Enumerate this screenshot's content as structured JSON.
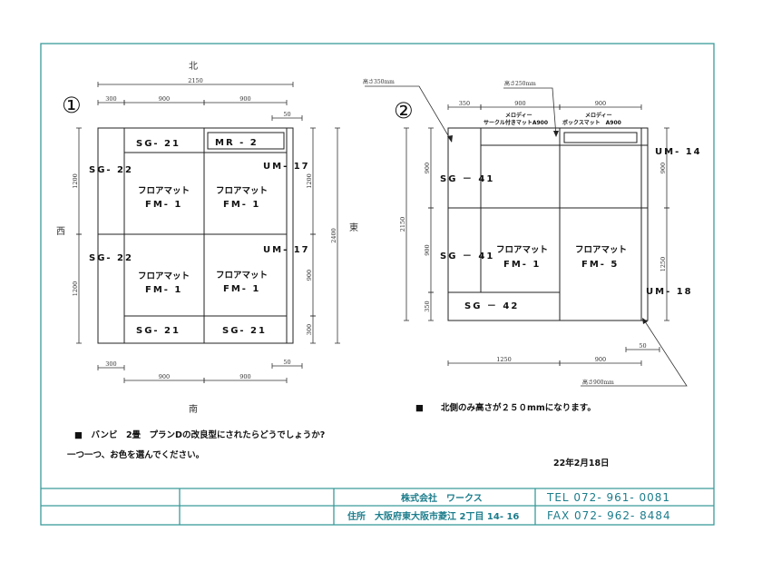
{
  "colors": {
    "frame": "#3a9a9a",
    "title_text": "#1c7d8c",
    "ink": "#222222"
  },
  "plan1": {
    "number": "①",
    "north": "北",
    "south": "南",
    "west": "西",
    "east": "東",
    "dims": {
      "total_width": "2150",
      "w300": "300",
      "w900a": "900",
      "w900b": "900",
      "w50": "50",
      "left_1200a": "1200",
      "left_1200b": "1200",
      "right_1200": "1200",
      "right_900": "900",
      "right_300": "300",
      "total_height": "2400",
      "bottom_300": "300",
      "bottom_900a": "900",
      "bottom_900b": "900",
      "bottom_50": "50"
    },
    "parts": {
      "sg21_top": "SG- 21",
      "mr2": "MR - 2",
      "sg22_a": "SG- 22",
      "sg22_b": "SG- 22",
      "um17_a": "UM- 17",
      "um17_b": "UM- 17",
      "floormat": "フロアマット",
      "fm1": "FM- 1",
      "sg21_b1": "SG- 21",
      "sg21_b2": "SG- 21"
    }
  },
  "plan2": {
    "number": "②",
    "leader_350": "高さ350mm",
    "leader_250": "高さ250mm",
    "leader_900": "高さ900mm",
    "melody": "メロディー",
    "melody_a": "サークル付きマットA900",
    "melody_b": "ボックスマット　A900",
    "dims": {
      "w350": "350",
      "w900a": "900",
      "w900b": "900",
      "left_900a": "900",
      "left_900b": "900",
      "left_350": "350",
      "total_height": "2150",
      "right_900": "900",
      "right_1250": "1250",
      "bottom_1250": "1250",
      "bottom_900": "900",
      "w50": "50"
    },
    "parts": {
      "sg41_a": "SG － 41",
      "sg41_b": "SG － 41",
      "sg42": "SG － 42",
      "um14": "UM- 14",
      "um18": "UM- 18",
      "floormat": "フロアマット",
      "fm1": "FM- 1",
      "fm5": "FM- 5"
    }
  },
  "notes": {
    "north_height": "■　　北側のみ高さが２５０mmになります。",
    "proposal": "■　バンビ　2畳　プランDの改良型にされたらどうでしょうか?",
    "colors": "一つ一つ、お色を選んでください。",
    "date": "22年2月18日"
  },
  "title_block": {
    "company": "株式会社　ワークス",
    "address": "住所　大阪府東大阪市菱江 2丁目 14- 16",
    "tel": "TEL  072- 961- 0081",
    "fax": "FAX  072- 962- 8484"
  }
}
